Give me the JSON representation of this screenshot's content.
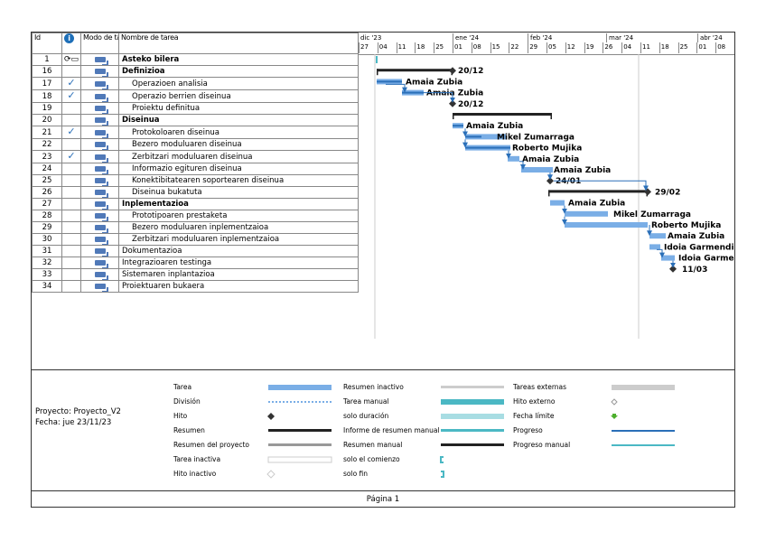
{
  "table": {
    "headers": {
      "id": "Id",
      "mode": "Modo de tarea",
      "name": "Nombre de tarea"
    },
    "rows": [
      {
        "id": "1",
        "name": "Asteko bilera",
        "level": 0,
        "summary": true,
        "done": false,
        "special": true
      },
      {
        "id": "16",
        "name": "Definizioa",
        "level": 0,
        "summary": true,
        "done": false
      },
      {
        "id": "17",
        "name": "Operazioen analisia",
        "level": 1,
        "summary": false,
        "done": true
      },
      {
        "id": "18",
        "name": "Operazio berrien diseinua",
        "level": 1,
        "summary": false,
        "done": true
      },
      {
        "id": "19",
        "name": "Proiektu definitua",
        "level": 1,
        "summary": false,
        "done": false
      },
      {
        "id": "20",
        "name": "Diseinua",
        "level": 0,
        "summary": true,
        "done": false
      },
      {
        "id": "21",
        "name": "Protokoloaren diseinua",
        "level": 1,
        "summary": false,
        "done": true
      },
      {
        "id": "22",
        "name": "Bezero moduluaren diseinua",
        "level": 1,
        "summary": false,
        "done": false
      },
      {
        "id": "23",
        "name": "Zerbitzari moduluaren diseinua",
        "level": 1,
        "summary": false,
        "done": true
      },
      {
        "id": "24",
        "name": "Informazio egituren diseinua",
        "level": 1,
        "summary": false,
        "done": false
      },
      {
        "id": "25",
        "name": "Konektibitatearen soportearen diseinua",
        "level": 1,
        "summary": false,
        "done": false
      },
      {
        "id": "26",
        "name": "Diseinua bukatuta",
        "level": 1,
        "summary": false,
        "done": false
      },
      {
        "id": "27",
        "name": "Inplementazioa",
        "level": 0,
        "summary": true,
        "done": false
      },
      {
        "id": "28",
        "name": "Prototipoaren prestaketa",
        "level": 1,
        "summary": false,
        "done": false
      },
      {
        "id": "29",
        "name": "Bezero moduluaren inplementzaioa",
        "level": 1,
        "summary": false,
        "done": false
      },
      {
        "id": "30",
        "name": "Zerbitzari moduluaren inplementzaioa",
        "level": 1,
        "summary": false,
        "done": false
      },
      {
        "id": "31",
        "name": "Dokumentazioa",
        "level": 0,
        "summary": false,
        "done": false
      },
      {
        "id": "32",
        "name": "Integrazioaren testinga",
        "level": 0,
        "summary": false,
        "done": false
      },
      {
        "id": "33",
        "name": "Sistemaren inplantazioa",
        "level": 0,
        "summary": false,
        "done": false
      },
      {
        "id": "34",
        "name": "Proiektuaren bukaera",
        "level": 0,
        "summary": false,
        "done": false
      }
    ]
  },
  "timescale": {
    "months": [
      "dic '23",
      "ene '24",
      "feb '24",
      "mar '24",
      "abr '24"
    ],
    "days": [
      "27",
      "04",
      "11",
      "18",
      "25",
      "01",
      "08",
      "15",
      "22",
      "29",
      "05",
      "12",
      "19",
      "26",
      "04",
      "11",
      "18",
      "25",
      "01",
      "08"
    ]
  },
  "gantt": {
    "labels": {
      "m16": "20/12",
      "r17": "Amaia Zubia",
      "r18": "Amaia Zubia",
      "m19": "20/12",
      "r21": "Amaia Zubia",
      "r22": "Mikel Zumarraga",
      "r23": "Roberto Mujika",
      "r24": "Amaia Zubia",
      "r25": "Amaia Zubia",
      "m26": "24/01",
      "m27": "29/02",
      "r28": "Amaia Zubia",
      "r29": "Mikel Zumarraga",
      "r30": "Roberto Mujika",
      "r31": "Amaia Zubia",
      "r32": "Idoia Garmendia",
      "r33": "Idoia Garmendia",
      "m34": "11/03"
    }
  },
  "legend": {
    "project": "Proyecto: Proyecto_V2",
    "date": "Fecha: jue 23/11/23",
    "col1": [
      "Tarea",
      "División",
      "Hito",
      "Resumen",
      "Resumen del proyecto",
      "Tarea inactiva",
      "Hito inactivo"
    ],
    "col2": [
      "Resumen inactivo",
      "Tarea manual",
      "solo duración",
      "Informe de resumen manual",
      "Resumen manual",
      "solo el comienzo",
      "solo fin"
    ],
    "col3": [
      "Tareas externas",
      "Hito externo",
      "Fecha límite",
      "Progreso",
      "Progreso manual"
    ]
  },
  "footer": {
    "page": "Página 1"
  },
  "colors": {
    "task": "#7aaee6",
    "progress": "#2a6fb8",
    "arrow": "#2a6fb8",
    "manual": "#4bb8c4",
    "deadline": "#4caf2c"
  }
}
